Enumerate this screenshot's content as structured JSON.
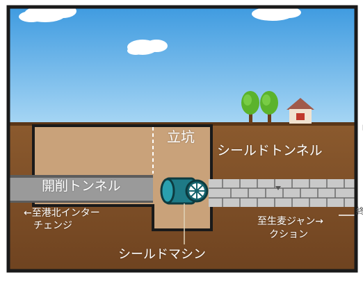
{
  "labels": {
    "shaft": "立坑",
    "shield_tunnel": "シールドトンネル",
    "cut_and_cover": "開削トンネル",
    "left_dir_line1": "←至港北インター",
    "left_dir_line2": "チェンジ",
    "right_dir_line1": "至生麦ジャン→",
    "right_dir_line2": "クション",
    "shield_machine": "シールドマシン"
  },
  "edge_text": [
    "「",
    "終"
  ],
  "colors": {
    "sky": "#5fb0e8",
    "soil": "#7a4a24",
    "ground_fill": "#c9a27a",
    "cut_tunnel": "#9a9a9a",
    "segments": "#c9c9c9",
    "machine": "#1e7a86",
    "frame": "#1a1a1a"
  }
}
